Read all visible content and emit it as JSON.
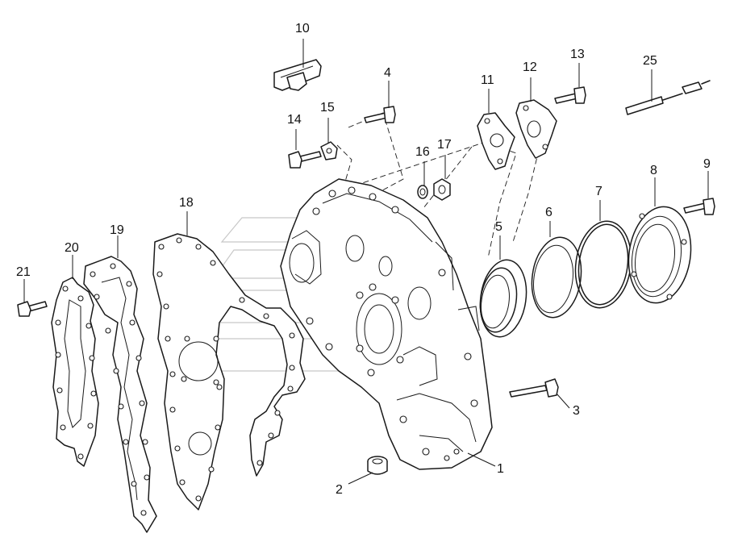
{
  "colors": {
    "line": "#1a1a1a",
    "background": "#ffffff",
    "watermark": "#c8c8c8"
  },
  "callouts": {
    "p1": "1",
    "p2": "2",
    "p3": "3",
    "p4": "4",
    "p5": "5",
    "p6": "6",
    "p7": "7",
    "p8": "8",
    "p9": "9",
    "p10": "10",
    "p11": "11",
    "p12": "12",
    "p13": "13",
    "p14": "14",
    "p15": "15",
    "p16": "16",
    "p17": "17",
    "p18": "18",
    "p19": "19",
    "p20": "20",
    "p21": "21",
    "p25": "25"
  }
}
